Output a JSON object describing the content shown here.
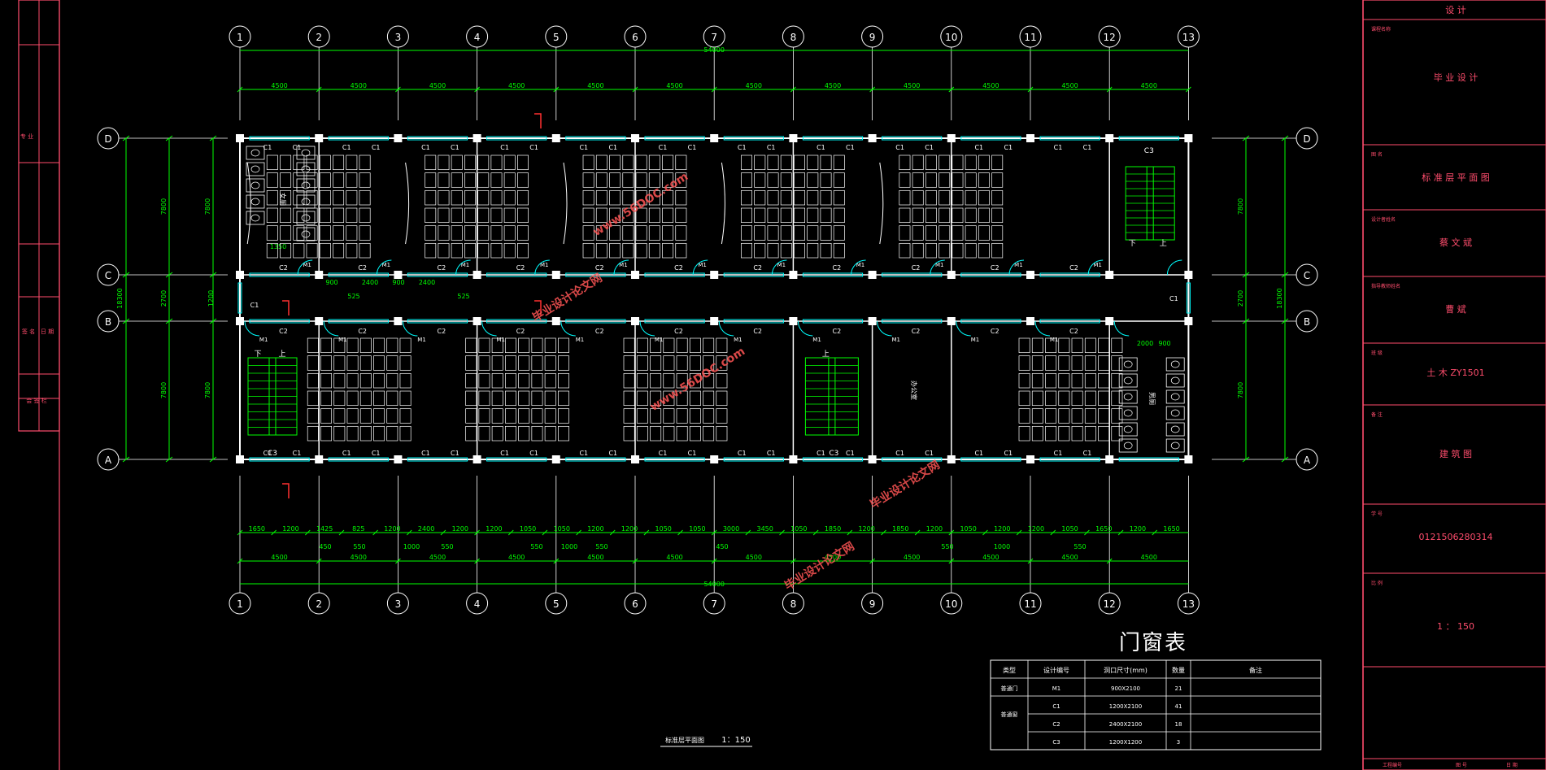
{
  "axes": {
    "columns": [
      "1",
      "2",
      "3",
      "4",
      "5",
      "6",
      "7",
      "8",
      "9",
      "10",
      "11",
      "12",
      "13"
    ],
    "rows": [
      "D",
      "C",
      "B",
      "A"
    ],
    "bay_width": "4500",
    "overall_width": "54000",
    "overall_depth": "18300",
    "row_spacings": [
      "7800",
      "2700",
      "7800"
    ]
  },
  "bottom_detail_dims": [
    "1650",
    "1200",
    "1425",
    "825",
    "1200",
    "2400",
    "1200",
    "1200",
    "1050",
    "1050",
    "1200",
    "1200",
    "1050",
    "1050",
    "3000",
    "3450",
    "1050",
    "1850",
    "1200",
    "1850",
    "1200",
    "1050",
    "1200",
    "1200",
    "1050",
    "1650",
    "1200",
    "1650"
  ],
  "bottom_sub_dims": [
    "450",
    "550",
    "1000",
    "550",
    "550",
    "1000",
    "550",
    "450",
    "550",
    "1000",
    "550"
  ],
  "corridor_dims": [
    "900",
    "2400",
    "900",
    "2400",
    "525",
    "525"
  ],
  "wall_dims": [
    "1350",
    "1200",
    "2000",
    "900"
  ],
  "labels": {
    "window_c1": "C1",
    "window_c2": "C2",
    "window_c3": "C3",
    "door_m1": "M1",
    "stair_down": "下",
    "stair_up": "上",
    "office": "办公室",
    "toilet_left": "女厕",
    "toilet_right": "男厕"
  },
  "drawing_caption": {
    "title": "标准层平面图",
    "scale": "1：150"
  },
  "door_window_table": {
    "title": "门窗表",
    "headers": [
      "类型",
      "设计编号",
      "洞口尺寸(mm)",
      "数量",
      "备注"
    ],
    "rows": [
      {
        "type": "普通门",
        "code": "M1",
        "size": "900X2100",
        "qty": "21",
        "note": ""
      },
      {
        "type": "普通窗",
        "code": "C1",
        "size": "1200X2100",
        "qty": "41",
        "note": ""
      },
      {
        "type": "",
        "code": "C2",
        "size": "2400X2100",
        "qty": "18",
        "note": ""
      },
      {
        "type": "",
        "code": "C3",
        "size": "1200X1200",
        "qty": "3",
        "note": ""
      }
    ]
  },
  "watermark": {
    "text": "毕业设计论文网",
    "url": "www.56DOC.com"
  },
  "title_block": {
    "cells": [
      {
        "label": "",
        "value": "设 计"
      },
      {
        "label": "课程名称",
        "value": "毕 业 设 计"
      },
      {
        "label": "图 名",
        "value": "标 准 层 平 面 图"
      },
      {
        "label": "设计者姓名",
        "value": "蔡 文 斌"
      },
      {
        "label": "指导教师姓名",
        "value": "曹 斌"
      },
      {
        "label": "班 级",
        "value": "土 木 ZY1501"
      },
      {
        "label": "备 注",
        "value": "建 筑 图"
      },
      {
        "label": "学 号",
        "value": "0121506280314"
      },
      {
        "label": "比 例",
        "value": "1 ： 150"
      }
    ],
    "bottom_labels": [
      "工程编号",
      "图 号",
      "日 期"
    ]
  },
  "left_strip": {
    "items": [
      "专 业",
      "签 名",
      "日 期",
      "会 签 栏"
    ]
  },
  "colors": {
    "background": "#000000",
    "wall": "#ffffff",
    "axis_line": "#ffffff",
    "dimension": "#00ff00",
    "window": "#00ffff",
    "frame": "#ff4d6d",
    "section_mark": "#ff3030",
    "stair": "#00ff00",
    "watermark": "#ff5555"
  }
}
